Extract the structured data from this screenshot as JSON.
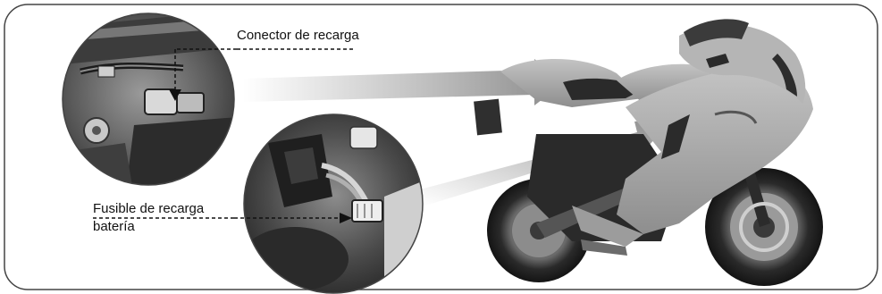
{
  "labels": {
    "charging_connector": "Conector de recarga",
    "charging_fuse_line1": "Fusible de recarga",
    "charging_fuse_line2": "batería"
  },
  "colors": {
    "frame_stroke": "#444444",
    "photo_dark": "#2a2a2a",
    "photo_mid": "#6b6b6b",
    "photo_light": "#bdbdbd",
    "bike_body": "#a8a8a8",
    "bike_dark": "#1e1e1e",
    "arrow_fill": "#9a9a9a"
  },
  "icons": {
    "connector_detail": "charging-connector-photo",
    "fuse_detail": "charging-fuse-photo",
    "motorcycle": "motorcycle-illustration"
  }
}
